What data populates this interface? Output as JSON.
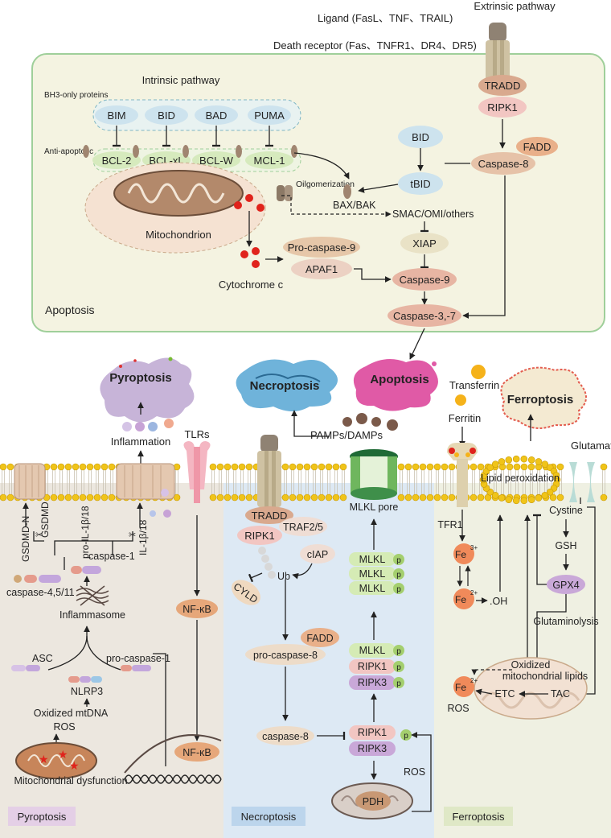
{
  "extrinsic": {
    "title": "Extrinsic pathway",
    "ligand": "Ligand (FasL、TNF、TRAIL)",
    "receptor": "Death receptor (Fas、TNFR1、DR4、DR5)",
    "tradd": "TRADD",
    "ripk1": "RIPK1",
    "fadd": "FADD",
    "caspase8": "Caspase-8"
  },
  "intrinsic": {
    "title": "Intrinsic pathway",
    "bh3_label": "BH3-only proteins",
    "anti_label": "Anti-apoptotic",
    "bh3": [
      "BIM",
      "BID",
      "BAD",
      "PUMA"
    ],
    "anti": [
      "BCL-2",
      "BCL-xL",
      "BCL-W",
      "MCL-1"
    ],
    "mito": "Mitochondrion",
    "oligo": "Oilgomerization",
    "baxbak": "BAX/BAK",
    "bid": "BID",
    "tbid": "tBID",
    "smac": "SMAC/OMI/others",
    "xiap": "XIAP",
    "procasp9": "Pro-caspase-9",
    "apaf1": "APAF1",
    "cytc": "Cytochrome c",
    "casp9": "Caspase-9",
    "casp37": "Caspase-3,-7",
    "box_label": "Apoptosis"
  },
  "outcomes": {
    "pyroptosis": "Pyroptosis",
    "necroptosis": "Necroptosis",
    "apoptosis": "Apoptosis",
    "ferroptosis": "Ferroptosis"
  },
  "membrane": {
    "inflammation": "Inflammation",
    "tlrs": "TLRs",
    "pamps": "PAMPs/DAMPs",
    "transferrin": "Transferrin",
    "ferritin": "Ferritin",
    "glutamate": "Glutamate",
    "lipid_perox": "Lipid peroxidation"
  },
  "pyro": {
    "gsdmdn": "GSDMD-N",
    "gsdmd": "GSDMD",
    "proil": "pro-IL-1β/18",
    "il": "IL-1β/18",
    "casp1": "caspase-1",
    "casp4511": "caspase-4,5/11",
    "inflammasome": "Inflammasome",
    "asc": "ASC",
    "procasp1": "pro-caspase-1",
    "nlrp3": "NLRP3",
    "oxmtdna": "Oxidized mtDNA",
    "ros": "ROS",
    "mitodys": "Mitochondrial dysfunction",
    "nfkb1": "NF-κB",
    "nfkb2": "NF-κB",
    "panel": "Pyroptosis"
  },
  "necro": {
    "tradd": "TRADD",
    "ripk1": "RIPK1",
    "traf": "TRAF2/5",
    "ciap": "cIAP",
    "cyld": "CYLD",
    "ub": "Ub",
    "fadd": "FADD",
    "procasp8": "pro-caspase-8",
    "casp8": "caspase-8",
    "mlklpore": "MLKL pore",
    "mlkl": [
      "MLKL",
      "MLKL",
      "MLKL"
    ],
    "p": "p",
    "mlkl2": "MLKL",
    "ripk1b": "RIPK1",
    "ripk3b": "RIPK3",
    "ripk1c": "RIPK1",
    "ripk3c": "RIPK3",
    "ros": "ROS",
    "pdh": "PDH",
    "panel": "Necroptosis"
  },
  "ferro": {
    "tfr1": "TFR1",
    "fe": "Fe",
    "fe3sup": "3+",
    "fe2sup": "2+",
    "oh": ".OH",
    "cystine": "Cystine",
    "gsh": "GSH",
    "gpx4": "GPX4",
    "glutaminolysis": "Glutaminolysis",
    "oxmito": "Oxidized",
    "oxmito2": "mitochondrial lipids",
    "etc": "ETC",
    "tac": "TAC",
    "ros": "ROS",
    "panel": "Ferroptosis"
  }
}
